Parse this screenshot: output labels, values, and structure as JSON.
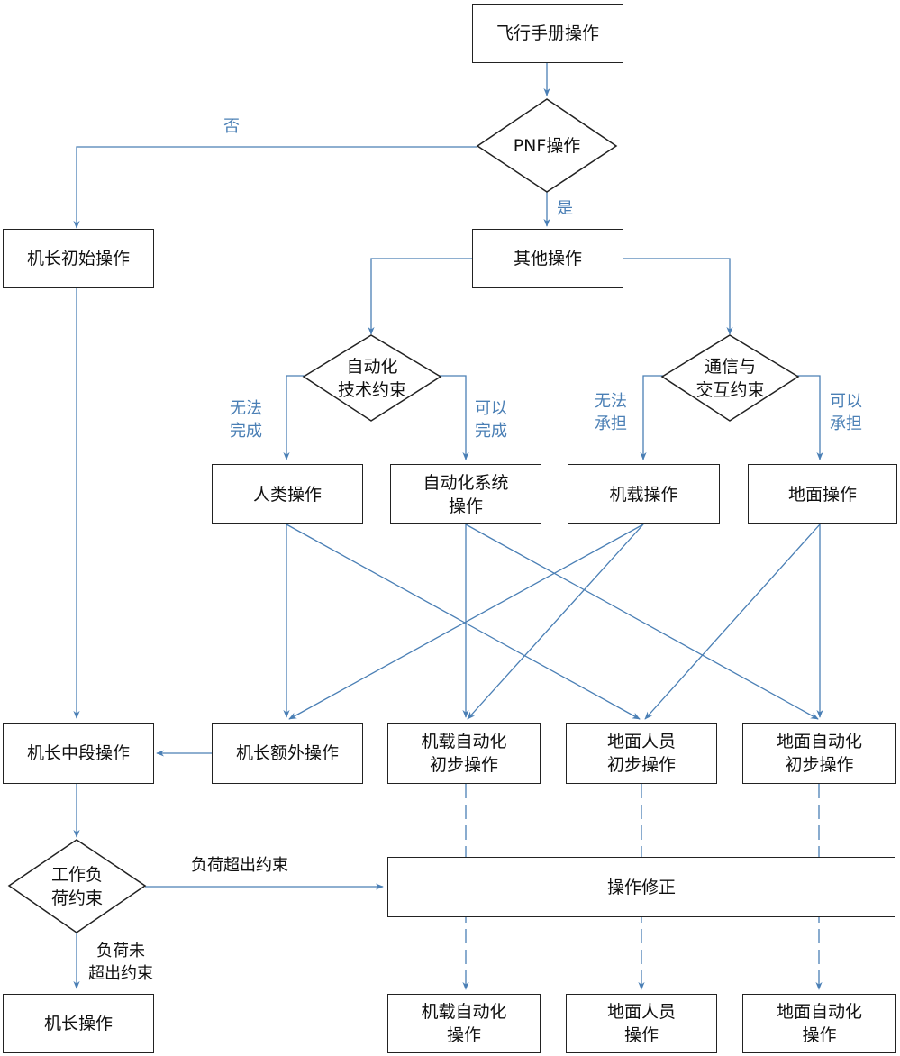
{
  "colors": {
    "arrow": "#4a7fb5",
    "node_border": "#222222",
    "edge_label": "#4a7fb5",
    "node_text": "#111111"
  },
  "nodes": {
    "flight_manual_op": "飞行手册操作",
    "pnf_op": "PNF操作",
    "captain_initial_op": "机长初始操作",
    "other_op": "其他操作",
    "automation_constraint": "自动化\n技术约束",
    "comm_constraint": "通信与\n交互约束",
    "human_op": "人类操作",
    "auto_system_op": "自动化系统\n操作",
    "onboard_op": "机载操作",
    "ground_op": "地面操作",
    "captain_mid_op": "机长中段操作",
    "captain_extra_op": "机长额外操作",
    "onboard_auto_initial": "机载自动化\n初步操作",
    "ground_staff_initial": "地面人员\n初步操作",
    "ground_auto_initial": "地面自动化\n初步操作",
    "workload_constraint": "工作负\n荷约束",
    "op_correction": "操作修正",
    "captain_op": "机长操作",
    "onboard_auto_op": "机载自动化\n操作",
    "ground_staff_op": "地面人员\n操作",
    "ground_auto_op": "地面自动化\n操作"
  },
  "edge_labels": {
    "no": "否",
    "yes": "是",
    "cannot_complete": "无法\n完成",
    "can_complete": "可以\n完成",
    "cannot_bear": "无法\n承担",
    "can_bear": "可以\n承担",
    "load_exceeds": "负荷超出约束",
    "load_not_exceed": "负荷未\n超出约束"
  }
}
